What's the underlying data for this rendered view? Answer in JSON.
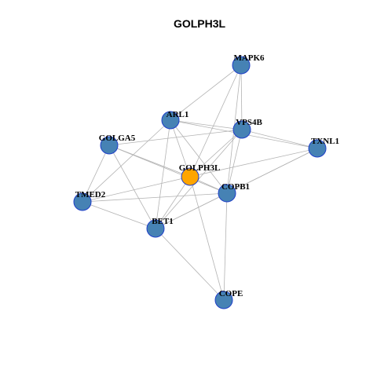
{
  "title": "GOLPH3L",
  "colors": {
    "node_default": "#4682b4",
    "node_focus": "#ffa500",
    "node_border": "#1f3fc9",
    "edge": "#b3b3b3"
  },
  "nodes": [
    {
      "id": "MAPK6",
      "label": "MAPK6",
      "focus": false
    },
    {
      "id": "ARL1",
      "label": "ARL1",
      "focus": false
    },
    {
      "id": "VPS4B",
      "label": "VPS4B",
      "focus": false
    },
    {
      "id": "GOLGA5",
      "label": "GOLGA5",
      "focus": false
    },
    {
      "id": "TXNL1",
      "label": "TXNL1",
      "focus": false
    },
    {
      "id": "GOLPH3L",
      "label": "GOLPH3L",
      "focus": true
    },
    {
      "id": "COPB1",
      "label": "COPB1",
      "focus": false
    },
    {
      "id": "TMED2",
      "label": "TMED2",
      "focus": false
    },
    {
      "id": "BET1",
      "label": "BET1",
      "focus": false
    },
    {
      "id": "COPE",
      "label": "COPE",
      "focus": false
    }
  ],
  "edges": [
    [
      "MAPK6",
      "ARL1"
    ],
    [
      "MAPK6",
      "VPS4B"
    ],
    [
      "MAPK6",
      "GOLPH3L"
    ],
    [
      "MAPK6",
      "COPB1"
    ],
    [
      "ARL1",
      "VPS4B"
    ],
    [
      "ARL1",
      "TXNL1"
    ],
    [
      "ARL1",
      "TMED2"
    ],
    [
      "ARL1",
      "BET1"
    ],
    [
      "ARL1",
      "GOLPH3L"
    ],
    [
      "ARL1",
      "COPB1"
    ],
    [
      "GOLGA5",
      "VPS4B"
    ],
    [
      "GOLGA5",
      "TMED2"
    ],
    [
      "GOLGA5",
      "BET1"
    ],
    [
      "GOLGA5",
      "GOLPH3L"
    ],
    [
      "GOLGA5",
      "COPB1"
    ],
    [
      "VPS4B",
      "TXNL1"
    ],
    [
      "VPS4B",
      "GOLPH3L"
    ],
    [
      "VPS4B",
      "COPB1"
    ],
    [
      "VPS4B",
      "BET1"
    ],
    [
      "TXNL1",
      "GOLPH3L"
    ],
    [
      "TXNL1",
      "COPB1"
    ],
    [
      "TXNL1",
      "BET1"
    ],
    [
      "GOLPH3L",
      "TMED2"
    ],
    [
      "GOLPH3L",
      "BET1"
    ],
    [
      "GOLPH3L",
      "COPE"
    ],
    [
      "GOLPH3L",
      "COPB1"
    ],
    [
      "COPB1",
      "TMED2"
    ],
    [
      "COPB1",
      "BET1"
    ],
    [
      "COPB1",
      "COPE"
    ],
    [
      "BET1",
      "COPE"
    ],
    [
      "TMED2",
      "BET1"
    ]
  ]
}
